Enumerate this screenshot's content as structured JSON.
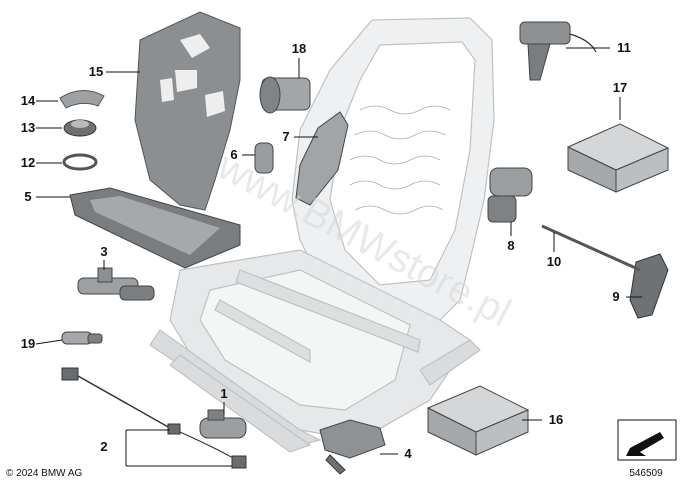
{
  "diagram": {
    "part_numbers": [
      "1",
      "2",
      "3",
      "4",
      "5",
      "6",
      "7",
      "8",
      "9",
      "10",
      "11",
      "12",
      "13",
      "14",
      "15",
      "16",
      "17",
      "18",
      "19"
    ],
    "watermark": "www.BMWstore.pl",
    "copyright": "© 2024 BMW AG",
    "diagram_id": "546509"
  }
}
